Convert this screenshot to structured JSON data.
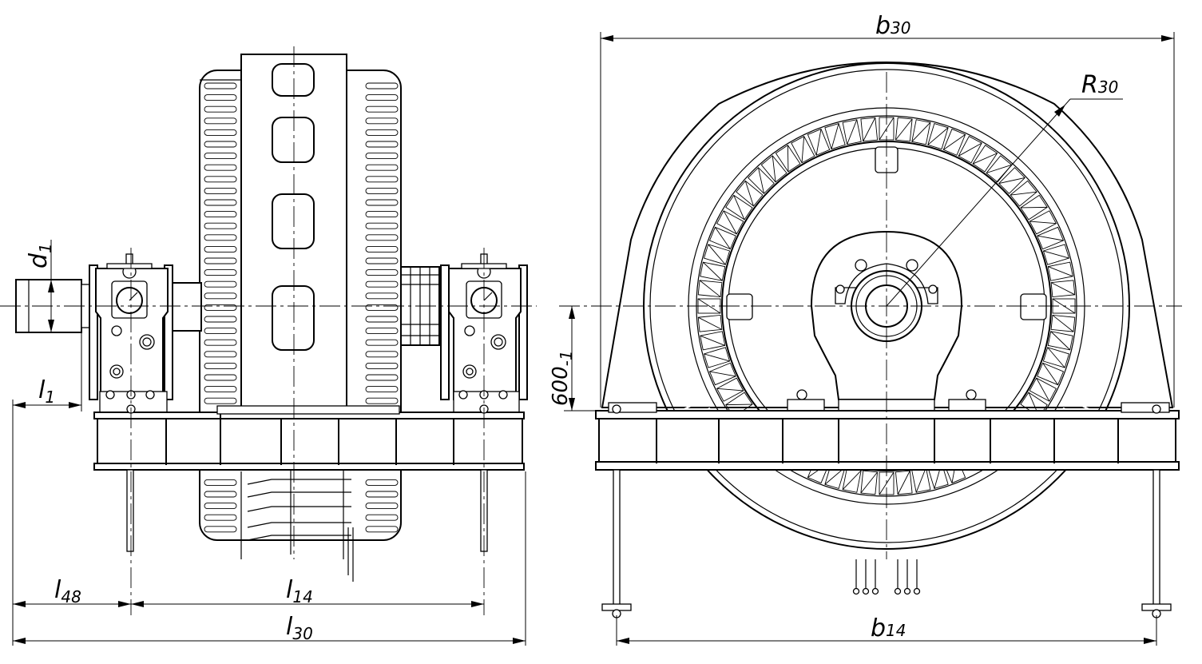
{
  "dimensions": {
    "d1": {
      "main": "d",
      "sub": "1"
    },
    "l1": {
      "main": "l",
      "sub": "1"
    },
    "l48": {
      "main": "l",
      "sub": "48"
    },
    "l14": {
      "main": "l",
      "sub": "14"
    },
    "l30": {
      "main": "l",
      "sub": "30"
    },
    "b30": {
      "main": "b",
      "sub": "30"
    },
    "b14": {
      "main": "b",
      "sub": "14"
    },
    "r30": {
      "main": "R",
      "sub": "30"
    },
    "h600": {
      "main": "600",
      "sub": "-1"
    }
  }
}
